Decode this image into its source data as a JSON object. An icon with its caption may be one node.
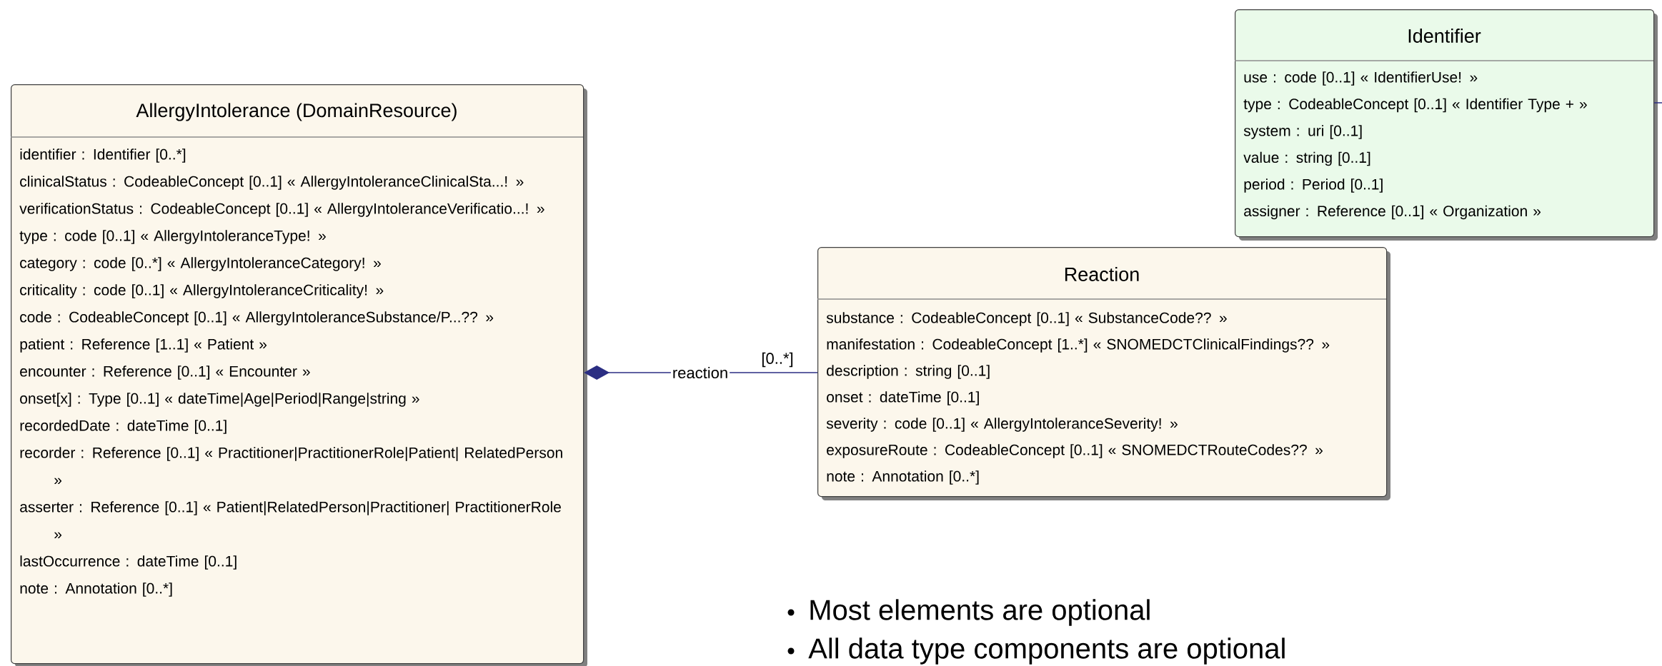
{
  "diagram": {
    "nodes": [
      {
        "text": [
          "AllergyIntolerance (DomainResource)",
          "identifier : Identifier [0..*]",
          "clinicalStatus : CodeableConcept [0..1] « AllergyIntoleranceClinicalSta...! »",
          "verificationStatus : CodeableConcept [0..1] « AllergyIntoleranceVerificatio...! »",
          "type : code [0..1] « AllergyIntoleranceType! »",
          "category : code [0..*] « AllergyIntoleranceCategory! »",
          "criticality : code [0..1] « AllergyIntoleranceCriticality! »",
          "code : CodeableConcept [0..1] « AllergyIntoleranceSubstance/P...?? »",
          "patient : Reference [1..1] « Patient »",
          "encounter : Reference [0..1] « Encounter »",
          "onset[x] : Type [0..1] « dateTime|Age|Period|Range|string »",
          "recordedDate : dateTime [0..1]",
          "recorder : Reference [0..1] « Practitioner|PractitionerRole|Patient| RelatedPerson »",
          "asserter : Reference [0..1] « Patient|RelatedPerson|Practitioner| PractitionerRole »",
          "lastOccurrence : dateTime [0..1]",
          "note : Annotation [0..*]"
        ]
      },
      {
        "text": [
          "Reaction",
          "substance : CodeableConcept [0..1] « SubstanceCode?? »",
          "manifestation : CodeableConcept [1..*] « SNOMEDCTClinicalFindings?? »",
          "description : string [0..1]",
          "onset : dateTime [0..1]",
          "severity : code [0..1] « AllergyIntoleranceSeverity! »",
          "exposureRoute : CodeableConcept [0..1] « SNOMEDCTRouteCodes?? »",
          "note : Annotation [0..*]"
        ]
      },
      {
        "text": [
          "Identifier",
          "use : code [0..1] « IdentifierUse! »",
          "type : CodeableConcept [0..1] « Identifier Type + »",
          "system : uri [0..1]",
          "value : string [0..1]",
          "period : Period [0..1]",
          "assigner : Reference [0..1] « Organization »"
        ]
      }
    ],
    "edges": [
      {
        "from": 0,
        "to": 1,
        "arrow": "other",
        "label": "reaction"
      },
      {
        "from": 2,
        "to": null,
        "arrow": "none"
      }
    ],
    "labels": [
      "[0..*]",
      "Most elements are optional",
      "All data type components are optional"
    ]
  }
}
